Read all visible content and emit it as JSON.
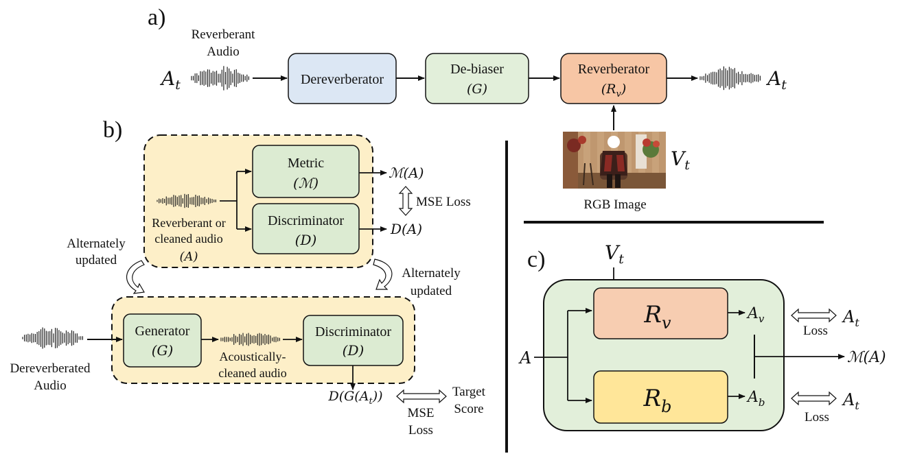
{
  "colors": {
    "dereverberator": "#dce7f4",
    "debiaser": "#e2efda",
    "reverberator": "#f7c6a5",
    "panel_b": "#fdefc8",
    "green_box": "#dcebd2",
    "panel_c": "#e2efda",
    "rv_box": "#f7cdb1",
    "rb_box": "#ffe699"
  },
  "panel_a": {
    "label": "a)",
    "input_title_line1": "Reverberant",
    "input_title_line2": "Audio",
    "input_var": "A",
    "input_sub": "t",
    "dereverberator": "Dereverberator",
    "debiaser": "De-biaser",
    "debiaser_sym": "(G)",
    "reverberator": "Reverberator",
    "reverberator_sym_main": "(R",
    "reverberator_sym_sub": "v",
    "reverberator_sym_end": ")",
    "output_var": "A",
    "output_sub": "t",
    "image_caption": "RGB Image",
    "image_var": "V",
    "image_sub": "t"
  },
  "panel_b": {
    "label": "b)",
    "metric": "Metric",
    "metric_sym": "(ℳ)",
    "discriminator_top": "Discriminator",
    "discriminator_top_sym": "(D)",
    "input_line1": "Reverberant or",
    "input_line2": "cleaned audio",
    "input_sym": "(A)",
    "metric_out": "ℳ(A)",
    "disc_out": "D(A)",
    "mse_top": "MSE Loss",
    "alt_left_line1": "Alternately",
    "alt_left_line2": "updated",
    "alt_right_line1": "Alternately",
    "alt_right_line2": "updated",
    "generator": "Generator",
    "generator_sym": "(G)",
    "cleaned_line1": "Acoustically-",
    "cleaned_line2": "cleaned audio",
    "discriminator_bottom": "Discriminator",
    "discriminator_bottom_sym": "(D)",
    "derev_line1": "Dereverberated",
    "derev_line2": "Audio",
    "dga_main": "D(G(A",
    "dga_sub": "t",
    "dga_end": "))",
    "mse_bottom_line1": "MSE",
    "mse_bottom_line2": "Loss",
    "target_line1": "Target",
    "target_line2": "Score"
  },
  "panel_c": {
    "label": "c)",
    "vt_var": "V",
    "vt_sub": "t",
    "rv_main": "R",
    "rv_sub": "v",
    "rb_main": "R",
    "rb_sub": "b",
    "av_main": "A",
    "av_sub": "v",
    "ab_main": "A",
    "ab_sub": "b",
    "input_var": "A",
    "output": "ℳ(A)",
    "at1_main": "A",
    "at1_sub": "t",
    "at2_main": "A",
    "at2_sub": "t",
    "loss1": "Loss",
    "loss2": "Loss"
  }
}
